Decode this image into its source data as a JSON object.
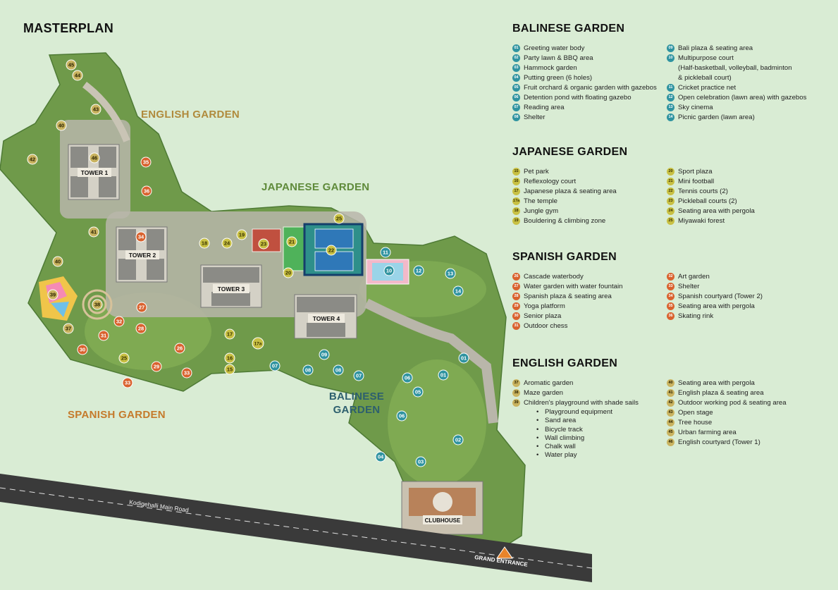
{
  "title": "MASTERPLAN",
  "colors": {
    "background": "#d9ecd4",
    "balinese": "#2f93a0",
    "japanese": "#c8c043",
    "spanish": "#d9622e",
    "english": "#c9b35f",
    "label_balinese": "#2d5f6e",
    "label_japanese": "#5f8a3a",
    "label_spanish": "#c57a2b",
    "label_english": "#b08a3c"
  },
  "map": {
    "zone_labels": [
      {
        "id": "english",
        "text": "ENGLISH GARDEN"
      },
      {
        "id": "japanese",
        "text": "JAPANESE GARDEN"
      },
      {
        "id": "balinese",
        "text": "BALINESE GARDEN"
      },
      {
        "id": "spanish",
        "text": "SPANISH GARDEN"
      }
    ],
    "buildings": [
      "TOWER 1",
      "TOWER 2",
      "TOWER 3",
      "TOWER 4",
      "CLUBHOUSE"
    ],
    "road_name": "Kodigehalli Main Road",
    "entrance_label": "GRAND ENTRANCE"
  },
  "legend": {
    "balinese": {
      "heading": "BALINESE GARDEN",
      "col1": [
        {
          "n": "01",
          "t": "Greeting water body"
        },
        {
          "n": "02",
          "t": "Party lawn & BBQ area"
        },
        {
          "n": "03",
          "t": "Hammock garden"
        },
        {
          "n": "04",
          "t": "Putting green (6 holes)"
        },
        {
          "n": "05",
          "t": "Fruit orchard & organic garden with gazebos"
        },
        {
          "n": "06",
          "t": "Detention pond with floating gazebo"
        },
        {
          "n": "07",
          "t": "Reading area"
        },
        {
          "n": "08",
          "t": "Shelter"
        }
      ],
      "col2": [
        {
          "n": "09",
          "t": "Bali plaza & seating area"
        },
        {
          "n": "10",
          "t": "Multipurpose court",
          "extra": [
            "(Half-basketball, volleyball, badminton",
            "& pickleball court)"
          ]
        },
        {
          "n": "11",
          "t": "Cricket practice net"
        },
        {
          "n": "12",
          "t": "Open celebration (lawn area) with gazebos"
        },
        {
          "n": "13",
          "t": "Sky cinema"
        },
        {
          "n": "14",
          "t": "Picnic garden (lawn area)"
        }
      ]
    },
    "japanese": {
      "heading": "JAPANESE GARDEN",
      "col1": [
        {
          "n": "15",
          "t": "Pet park"
        },
        {
          "n": "16",
          "t": "Reflexology court"
        },
        {
          "n": "17",
          "t": "Japanese plaza & seating area"
        },
        {
          "n": "17a",
          "t": "The temple"
        },
        {
          "n": "18",
          "t": "Jungle gym"
        },
        {
          "n": "19",
          "t": "Bouldering & climbing zone"
        }
      ],
      "col2": [
        {
          "n": "20",
          "t": "Sport plaza"
        },
        {
          "n": "21",
          "t": "Mini football"
        },
        {
          "n": "22",
          "t": "Tennis courts (2)"
        },
        {
          "n": "23",
          "t": "Pickleball courts (2)"
        },
        {
          "n": "24",
          "t": "Seating area with pergola"
        },
        {
          "n": "25",
          "t": "Miyawaki forest"
        }
      ]
    },
    "spanish": {
      "heading": "SPANISH GARDEN",
      "col1": [
        {
          "n": "26",
          "t": "Cascade waterbody"
        },
        {
          "n": "27",
          "t": "Water garden with water fountain"
        },
        {
          "n": "28",
          "t": "Spanish plaza & seating area"
        },
        {
          "n": "29",
          "t": "Yoga platform"
        },
        {
          "n": "30",
          "t": "Senior plaza"
        },
        {
          "n": "31",
          "t": "Outdoor chess"
        }
      ],
      "col2": [
        {
          "n": "32",
          "t": "Art garden"
        },
        {
          "n": "33",
          "t": "Shelter"
        },
        {
          "n": "34",
          "t": "Spanish courtyard (Tower 2)"
        },
        {
          "n": "35",
          "t": "Seating area with pergola"
        },
        {
          "n": "36",
          "t": "Skating rink"
        }
      ]
    },
    "english": {
      "heading": "ENGLISH GARDEN",
      "col1": [
        {
          "n": "37",
          "t": "Aromatic garden"
        },
        {
          "n": "38",
          "t": "Maze garden"
        },
        {
          "n": "39",
          "t": "Children's playground with shade sails",
          "subs": [
            "Playground equipment",
            "Sand area",
            "Bicycle track",
            "Wall climbing",
            "Chalk wall",
            "Water play"
          ]
        }
      ],
      "col2": [
        {
          "n": "40",
          "t": "Seating area with pergola"
        },
        {
          "n": "41",
          "t": "English plaza & seating area"
        },
        {
          "n": "42",
          "t": "Outdoor working pod & seating area"
        },
        {
          "n": "43",
          "t": "Open stage"
        },
        {
          "n": "44",
          "t": "Tree house"
        },
        {
          "n": "45",
          "t": "Urban farming area"
        },
        {
          "n": "46",
          "t": "English courtyard (Tower 1)"
        }
      ]
    }
  }
}
